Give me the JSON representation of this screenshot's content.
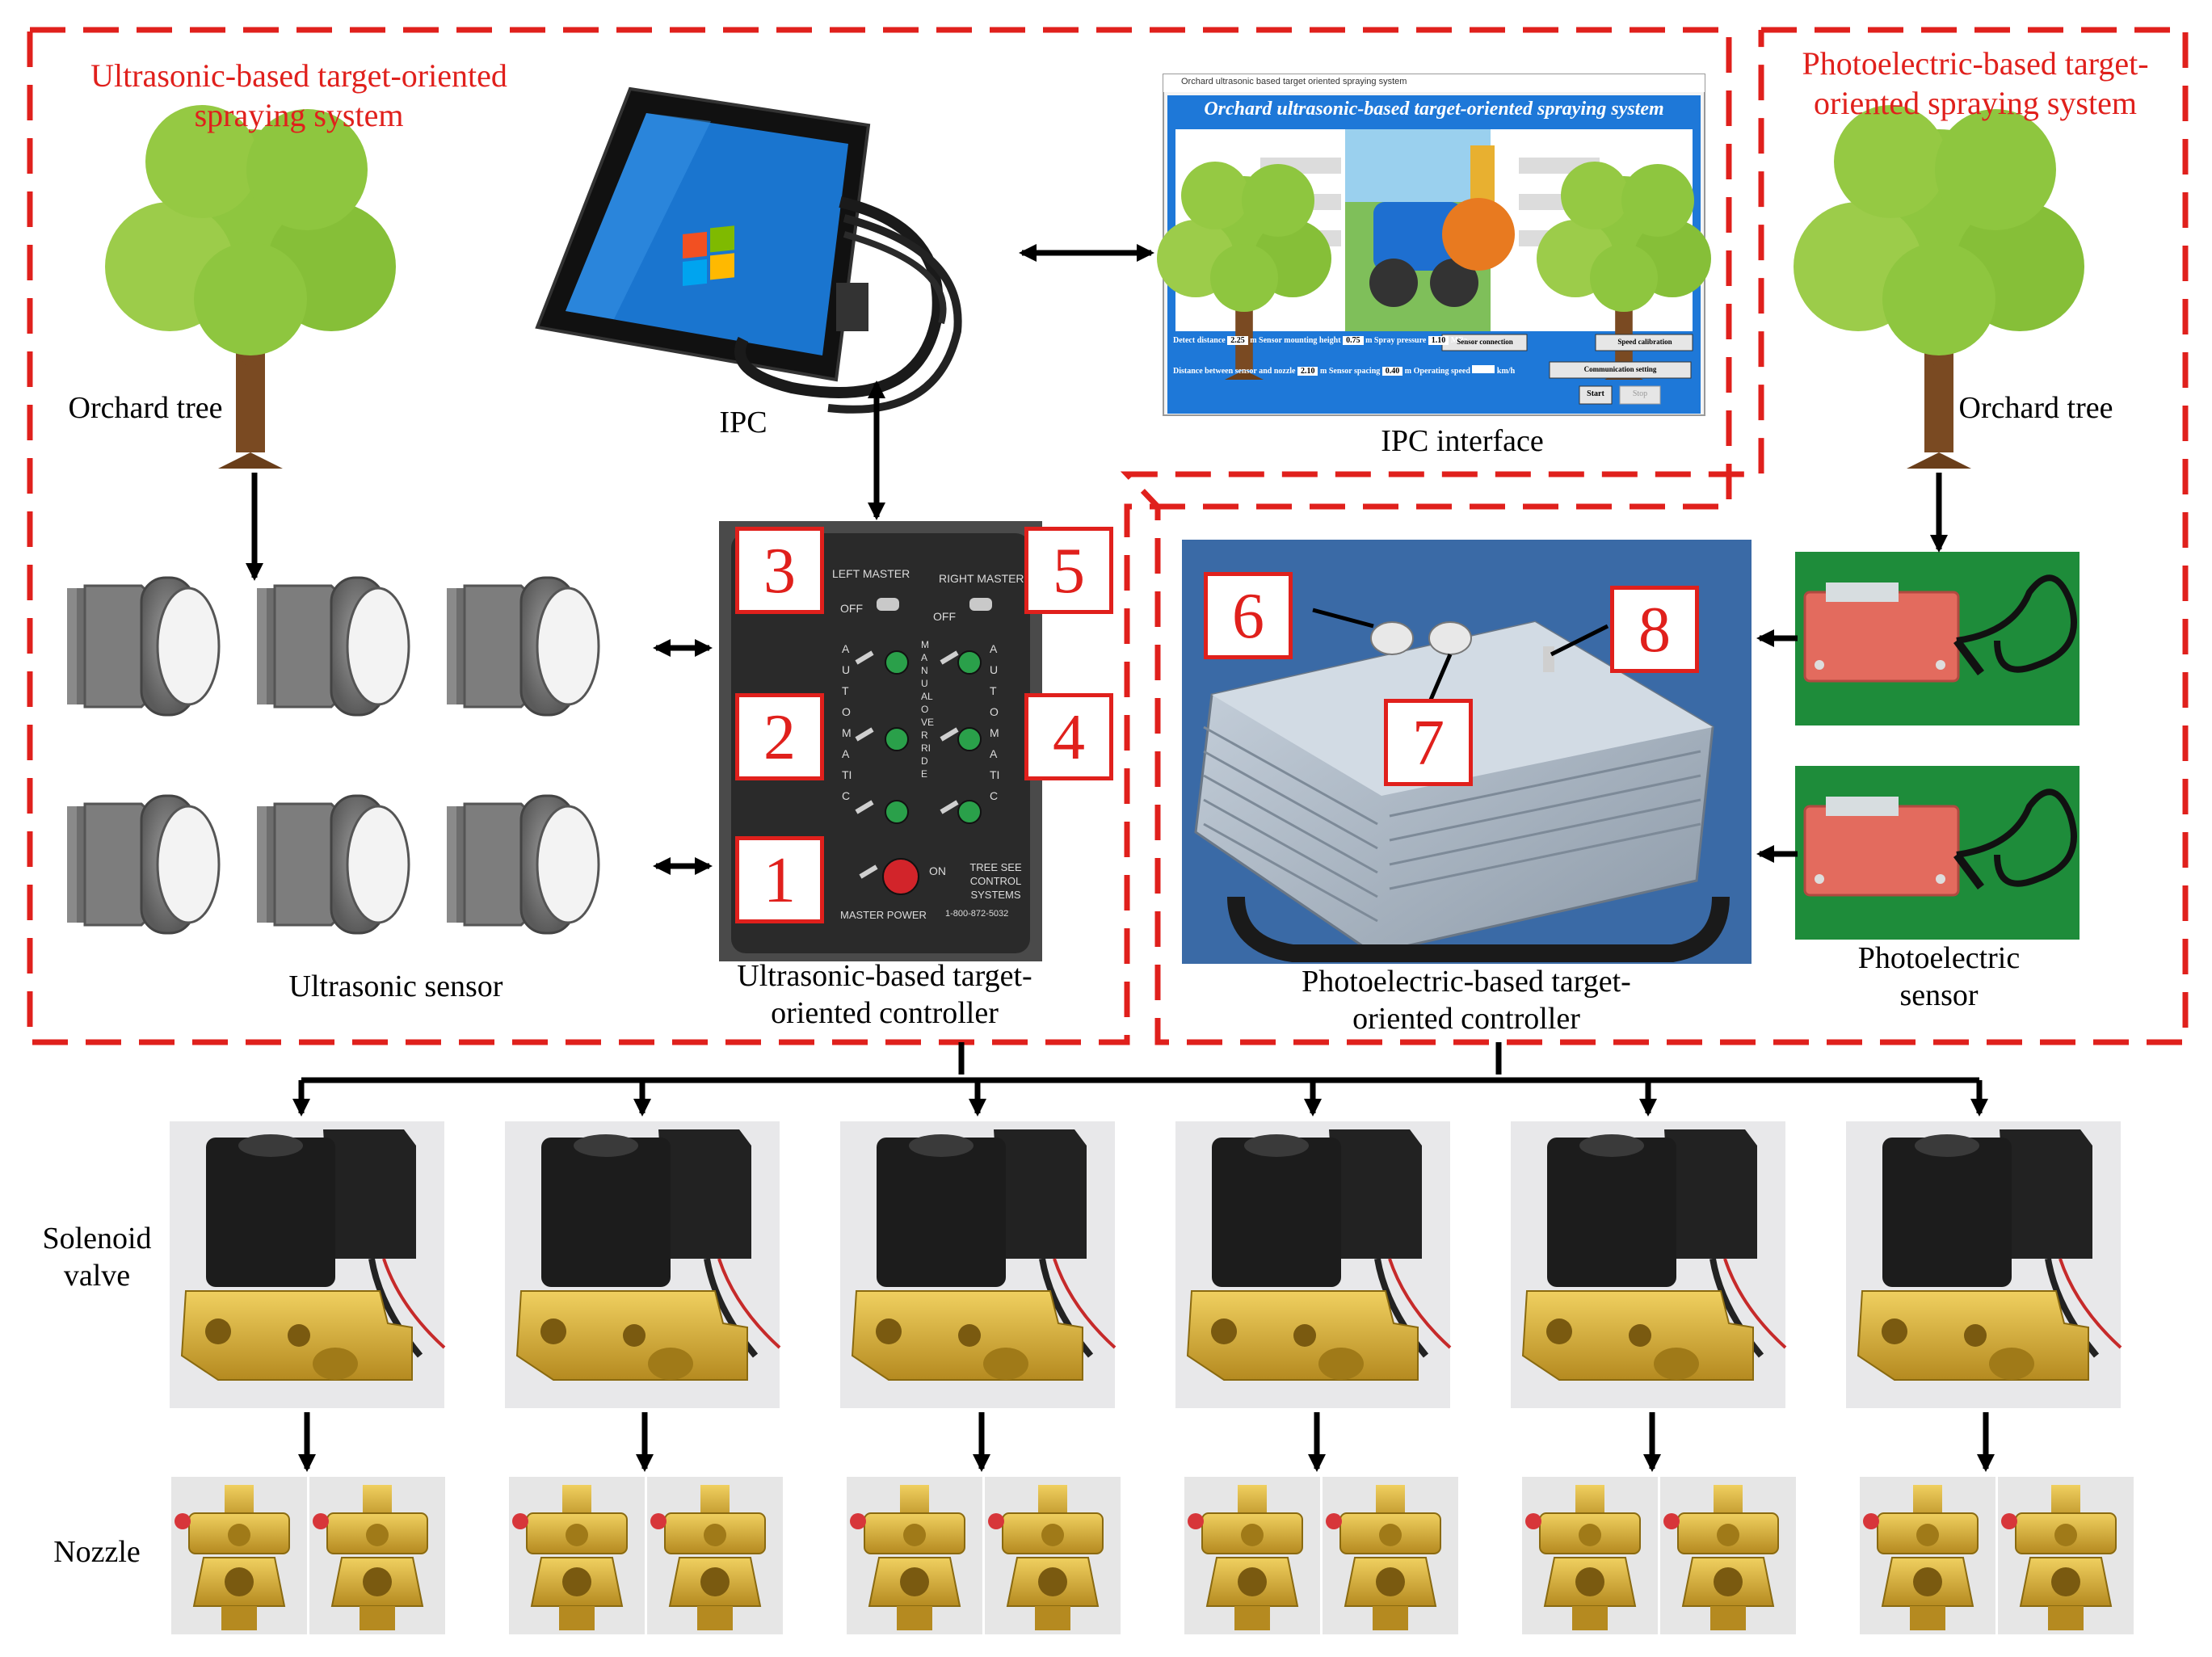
{
  "system_titles": {
    "ultrasonic": "Ultrasonic-based target-oriented spraying system",
    "photoelectric": "Photoelectric-based target-oriented spraying system"
  },
  "labels": {
    "orchard_tree_left": "Orchard tree",
    "orchard_tree_right": "Orchard tree",
    "ipc": "IPC",
    "ipc_interface": "IPC interface",
    "ultrasonic_sensor": "Ultrasonic sensor",
    "ultrasonic_controller": "Ultrasonic-based target-oriented controller",
    "photoelectric_controller": "Photoelectric-based target-oriented controller",
    "photoelectric_sensor": "Photoelectric sensor",
    "solenoid_valve": "Solenoid valve",
    "nozzle": "Nozzle"
  },
  "callouts": [
    "1",
    "2",
    "3",
    "4",
    "5",
    "6",
    "7",
    "8"
  ],
  "controller_panel": {
    "left_master": "LEFT MASTER",
    "right master": "RIGHT MASTER",
    "off": "OFF",
    "on": "ON",
    "automatic": "AUTOMATIC",
    "manual_override": "MANUAL OVERRIDE",
    "master_power": "MASTER POWER",
    "brand": "TREE SEE CONTROL SYSTEMS",
    "phone": "1-800-872-5032"
  },
  "ipc_window": {
    "window_title": "Orchard ultrasonic based target oriented spraying system",
    "heading": "Orchard ultrasonic-based target-oriented spraying system",
    "row1": {
      "detect_distance_label": "Detect distance",
      "detect_distance_value": "2.25",
      "unit_m1": "m",
      "mounting_height_label": "Sensor mounting height",
      "mounting_height_value": "0.75",
      "unit_m2": "m",
      "spray_pressure_label": "Spray pressure",
      "spray_pressure_value": "1.10",
      "unit_mpa": "MPa",
      "sensor_connection_button": "Sensor connection",
      "speed_calibration_button": "Speed calibration"
    },
    "row2": {
      "distance_label": "Distance between sensor and nozzle",
      "distance_value": "2.10",
      "unit_m3": "m",
      "spacing_label": "Sensor spacing",
      "spacing_value": "0.40",
      "unit_m4": "m",
      "speed_label": "Operating speed",
      "speed_value": "",
      "unit_kmh": "km/h",
      "communication_button": "Communication setting"
    },
    "start_button": "Start",
    "stop_button": "Stop"
  },
  "colors": {
    "dashed_border": "#e0201c",
    "callout": "#e0201c",
    "tree_leaf": "#8ec63f",
    "tree_trunk": "#7a4a22",
    "brass": "#d9b23c",
    "ipc_blue": "#1a75cf"
  },
  "valve_count": 6,
  "nozzles_per_valve": 2
}
